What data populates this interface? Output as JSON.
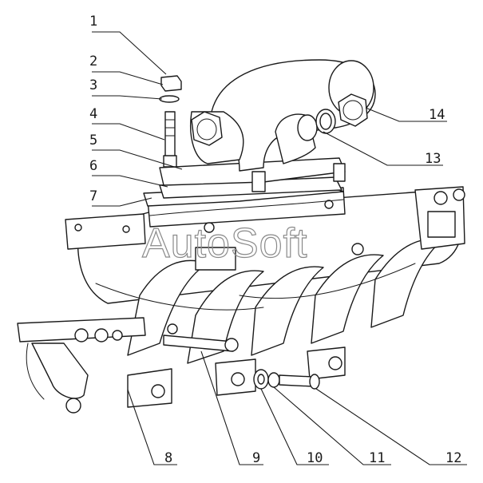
{
  "watermark": {
    "text": "AutoSoft",
    "color": "#8a8a8a"
  },
  "callouts": [
    {
      "id": "1",
      "label": "1"
    },
    {
      "id": "2",
      "label": "2"
    },
    {
      "id": "3",
      "label": "3"
    },
    {
      "id": "4",
      "label": "4"
    },
    {
      "id": "5",
      "label": "5"
    },
    {
      "id": "6",
      "label": "6"
    },
    {
      "id": "7",
      "label": "7"
    },
    {
      "id": "8",
      "label": "8"
    },
    {
      "id": "9",
      "label": "9"
    },
    {
      "id": "10",
      "label": "10"
    },
    {
      "id": "11",
      "label": "11"
    },
    {
      "id": "12",
      "label": "12"
    },
    {
      "id": "13",
      "label": "13"
    },
    {
      "id": "14",
      "label": "14"
    }
  ],
  "colors": {
    "line": "#1a1a1a",
    "background": "#ffffff"
  }
}
